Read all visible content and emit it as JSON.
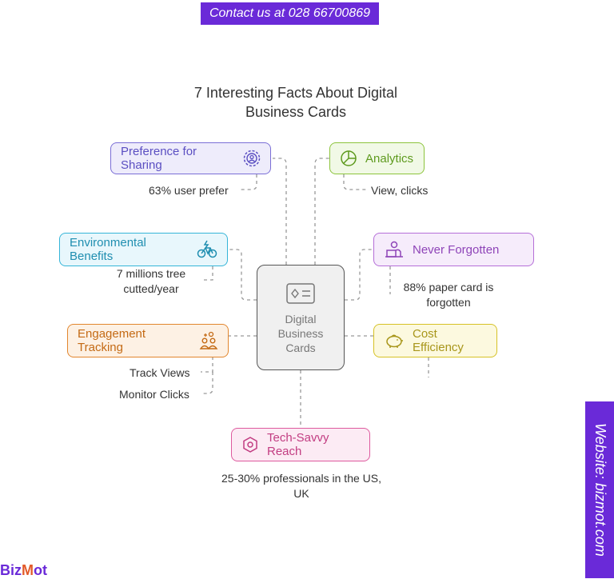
{
  "contact": "Contact us at 028 66700869",
  "title_line1": "7 Interesting Facts About Digital",
  "title_line2": "Business Cards",
  "center": {
    "line1": "Digital",
    "line2": "Business",
    "line3": "Cards",
    "icon": "id-card-icon"
  },
  "nodes": {
    "sharing": {
      "label": "Preference for Sharing",
      "detail": "63% user prefer",
      "icon": "user-circle-icon",
      "color": "#7b6fd6"
    },
    "analytics": {
      "label": "Analytics",
      "detail": "View, clicks",
      "icon": "pie-chart-icon",
      "color": "#8cc43c"
    },
    "environment": {
      "label": "Environmental Benefits",
      "detail1": "7 millions tree",
      "detail2": "cutted/year",
      "icon": "bicycle-icon",
      "color": "#35b5d8"
    },
    "forgotten": {
      "label": "Never Forgotten",
      "detail1": "88% paper card is",
      "detail2": "forgotten",
      "icon": "person-laptop-icon",
      "color": "#b56fd8"
    },
    "engagement": {
      "label": "Engagement Tracking",
      "detail1": "Track Views",
      "detail2": "Monitor Clicks",
      "icon": "people-icon",
      "color": "#e2862e"
    },
    "cost": {
      "label": "Cost Efficiency",
      "icon": "piggy-bank-icon",
      "color": "#d6c226"
    },
    "reach": {
      "label": "Tech-Savvy Reach",
      "detail1": "25-30% professionals in the US,",
      "detail2": "UK",
      "icon": "hexagon-icon",
      "color": "#de5a9e"
    }
  },
  "website": "Website: bizmot.com",
  "logo": {
    "part1": "Biz",
    "part2": "M",
    "part3": "ot"
  }
}
